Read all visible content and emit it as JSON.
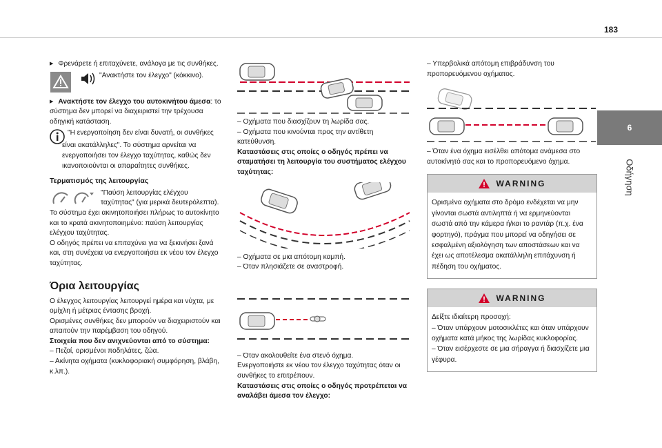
{
  "page": {
    "number": "183",
    "section_number": "6",
    "section_title": "Οδήγηση"
  },
  "col1": {
    "p1": "Φρενάρετε ή επιταχύνετε, ανάλογα με τις συνθήκες.",
    "p2": "\"Ανακτήστε τον έλεγχο\" (κόκκινο).",
    "p3_bold": "Ανακτήστε τον έλεγχο του αυτοκινήτου άμεσα",
    "p3_rest": ": το σύστημα δεν μπορεί να διαχειριστεί την τρέχουσα οδηγική κατάσταση.",
    "p4a": "\"Η ενεργοποίηση δεν είναι δυνατή, οι συνθήκες",
    "p4b": "είναι ακατάλληλες\". Το σύστημα αρνείται να ενεργοποιήσει τον έλεγχο ταχύτητας, καθώς δεν ικανοποιούνται οι απαραίτητες συνθήκες.",
    "sub1": "Τερματισμός της λειτουργίας",
    "p5": "\"Παύση λειτουργίας ελέγχου ταχύτητας\" (για μερικά δευτερόλεπτα).",
    "p6": "Το σύστημα έχει ακινητοποιήσει πλήρως το αυτοκίνητο και το κρατά ακινητοποιημένο: παύση λειτουργίας ελέγχου ταχύτητας.",
    "p7": "Ο οδηγός πρέπει να επιταχύνει για να ξεκινήσει ξανά και, στη συνέχεια να ενεργοποιήσει εκ νέου τον έλεγχο ταχύτητας.",
    "heading": "Όρια λειτουργίας",
    "p8": "Ο έλεγχος λειτουργίας λειτουργεί ημέρα και νύχτα, με ομίχλη ή μέτριας έντασης βροχή.",
    "p9": "Ορισμένες συνθήκες δεν μπορούν να διαχειριστούν και απαιτούν την παρέμβαση του οδηγού.",
    "sub2": "Στοιχεία που δεν ανιχνεύονται από το σύστημα:",
    "d1": "– Πεζοί, ορισμένοι ποδηλάτες, ζώα.",
    "d2": "– Ακίνητα οχήματα (κυκλοφοριακή συμφόρηση, βλάβη, κ.λπ.)."
  },
  "col2": {
    "d1": "– Οχήματα που διασχίζουν τη λωρίδα σας.",
    "d2": "– Οχήματα που κινούνται προς την αντίθετη κατεύθυνση.",
    "sub1": "Καταστάσεις στις οποίες ο οδηγός πρέπει να σταματήσει τη λειτουργία του συστήματος ελέγχου ταχύτητας:",
    "d3": "– Οχήματα σε μια απότομη καμπή.",
    "d4": "– Όταν πλησιάζετε σε αναστροφή.",
    "d5": "– Όταν ακολουθείτε ένα στενό όχημα.",
    "p1": "Ενεργοποιήστε εκ νέου τον έλεγχο ταχύτητας όταν οι συνθήκες το επιτρέπουν.",
    "sub2": "Καταστάσεις στις οποίες ο οδηγός προτρέπεται να αναλάβει άμεσα τον έλεγχο:"
  },
  "col3": {
    "d1": "– Υπερβολικά απότομη επιβράδυνση του προπορευόμενου οχήματος.",
    "d2": "– Όταν ένα όχημα εισέλθει απότομα ανάμεσα στο αυτοκίνητό σας και το προπορευόμενο όχημα.",
    "warn1": {
      "title": "WARNING",
      "text": "Ορισμένα οχήματα στο δρόμο ενδέχεται να μην γίνονται σωστά αντιληπτά ή να ερμηνεύονται σωστά από την κάμερα ή/και το ραντάρ (π.χ. ένα φορτηγό), πράγμα που μπορεί να οδηγήσει σε εσφαλμένη αξιολόγηση των αποστάσεων και να έχει ως αποτέλεσμα ακατάλληλη επιτάχυνση ή πέδηση του οχήματος."
    },
    "warn2": {
      "title": "WARNING",
      "p1": "Δείξτε ιδιαίτερη προσοχή:",
      "d1": "– Όταν υπάρχουν μοτοσικλέτες και όταν υπάρχουν οχήματα κατά μήκος της λωρίδας κυκλοφορίας.",
      "d2": "– Όταν εισέρχεστε σε μια σήραγγα ή διασχίζετε μια γέφυρα."
    }
  },
  "colors": {
    "accent_red": "#d2002a",
    "tab_gray": "#7a7a7a",
    "warn_header": "#d3d3d3"
  }
}
